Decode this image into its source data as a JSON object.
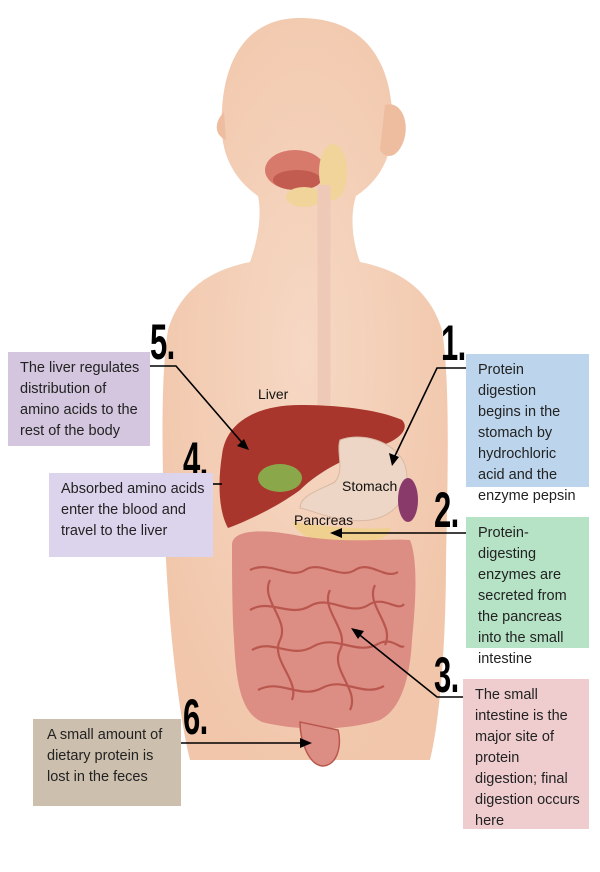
{
  "organ_labels": {
    "liver": "Liver",
    "stomach": "Stomach",
    "pancreas": "Pancreas"
  },
  "steps": [
    {
      "number": "1.",
      "text": "Protein digestion begins in the stomach by hydrochloric acid and the enzyme pepsin",
      "color": "#bcd5ec"
    },
    {
      "number": "2.",
      "text": "Protein-digesting enzymes are secreted from the pancreas into the small intestine",
      "color": "#b6e3c6"
    },
    {
      "number": "3.",
      "text": "The small intestine is the major site of protein digestion; final digestion occurs here",
      "color": "#efcdcf"
    },
    {
      "number": "4.",
      "text": "Absorbed amino acids enter the blood and travel to the liver",
      "color": "#dcd4ec"
    },
    {
      "number": "5.",
      "text": "The liver regulates distribution of amino acids to the rest of the body",
      "color": "#d3c6de"
    },
    {
      "number": "6.",
      "text": "A small amount of dietary protein is lost in the feces",
      "color": "#cdbfae"
    }
  ]
}
